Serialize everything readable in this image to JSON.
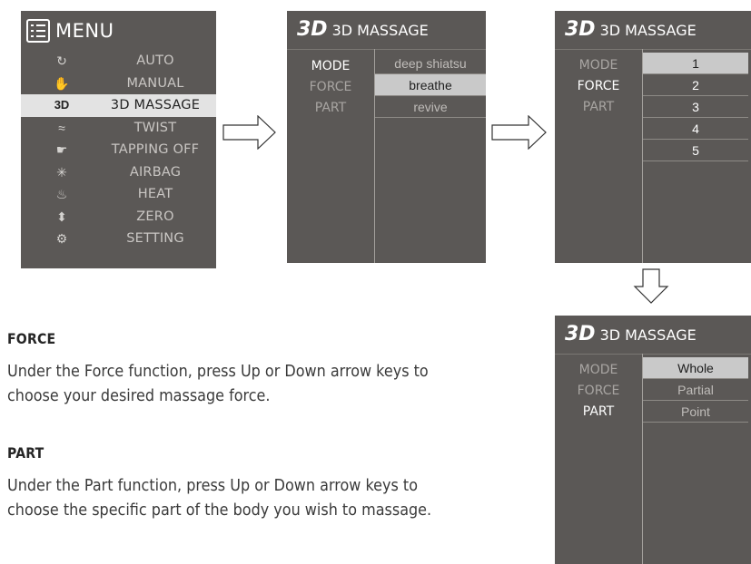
{
  "menu": {
    "title": "MENU",
    "items": [
      {
        "icon": "refresh-icon",
        "glyph": "↻",
        "label": "AUTO"
      },
      {
        "icon": "hand-icon",
        "glyph": "✋",
        "label": "MANUAL"
      },
      {
        "icon": "3d-icon",
        "glyph": "3D",
        "label": "3D MASSAGE",
        "selected": true
      },
      {
        "icon": "twist-icon",
        "glyph": "≈",
        "label": "TWIST"
      },
      {
        "icon": "tapping-icon",
        "glyph": "☛",
        "label": "TAPPING OFF"
      },
      {
        "icon": "airbag-icon",
        "glyph": "✳",
        "label": "AIRBAG"
      },
      {
        "icon": "heat-icon",
        "glyph": "♨",
        "label": "HEAT"
      },
      {
        "icon": "zero-gravity-icon",
        "glyph": "⬍",
        "label": "ZERO"
      },
      {
        "icon": "gear-icon",
        "glyph": "⚙",
        "label": "SETTING"
      }
    ]
  },
  "massage_3d": {
    "title_big": "3D",
    "title_small": "3D MASSAGE",
    "labels": [
      "MODE",
      "FORCE",
      "PART"
    ]
  },
  "panel_mode": {
    "active_label": "MODE",
    "options": [
      "deep shiatsu",
      "breathe",
      "revive"
    ],
    "selected_index": 1
  },
  "panel_force": {
    "active_label": "FORCE",
    "options": [
      "1",
      "2",
      "3",
      "4",
      "5"
    ],
    "selected_index": 0
  },
  "panel_part": {
    "active_label": "PART",
    "options": [
      "Whole",
      "Partial",
      "Point"
    ],
    "selected_index": 0
  },
  "sections": {
    "force_heading": "FORCE",
    "force_line1": "Under the Force function, press Up or Down arrow keys to",
    "force_line2": "choose your desired massage force.",
    "part_heading": "PART",
    "part_line1": "Under the Part function, press Up or Down arrow keys to",
    "part_line2": "choose the specific part of the body you wish to massage."
  },
  "colors": {
    "panel_bg": "#5b5856",
    "selected_bg": "#e3e3e3",
    "text_dark": "#3a3a3a"
  }
}
